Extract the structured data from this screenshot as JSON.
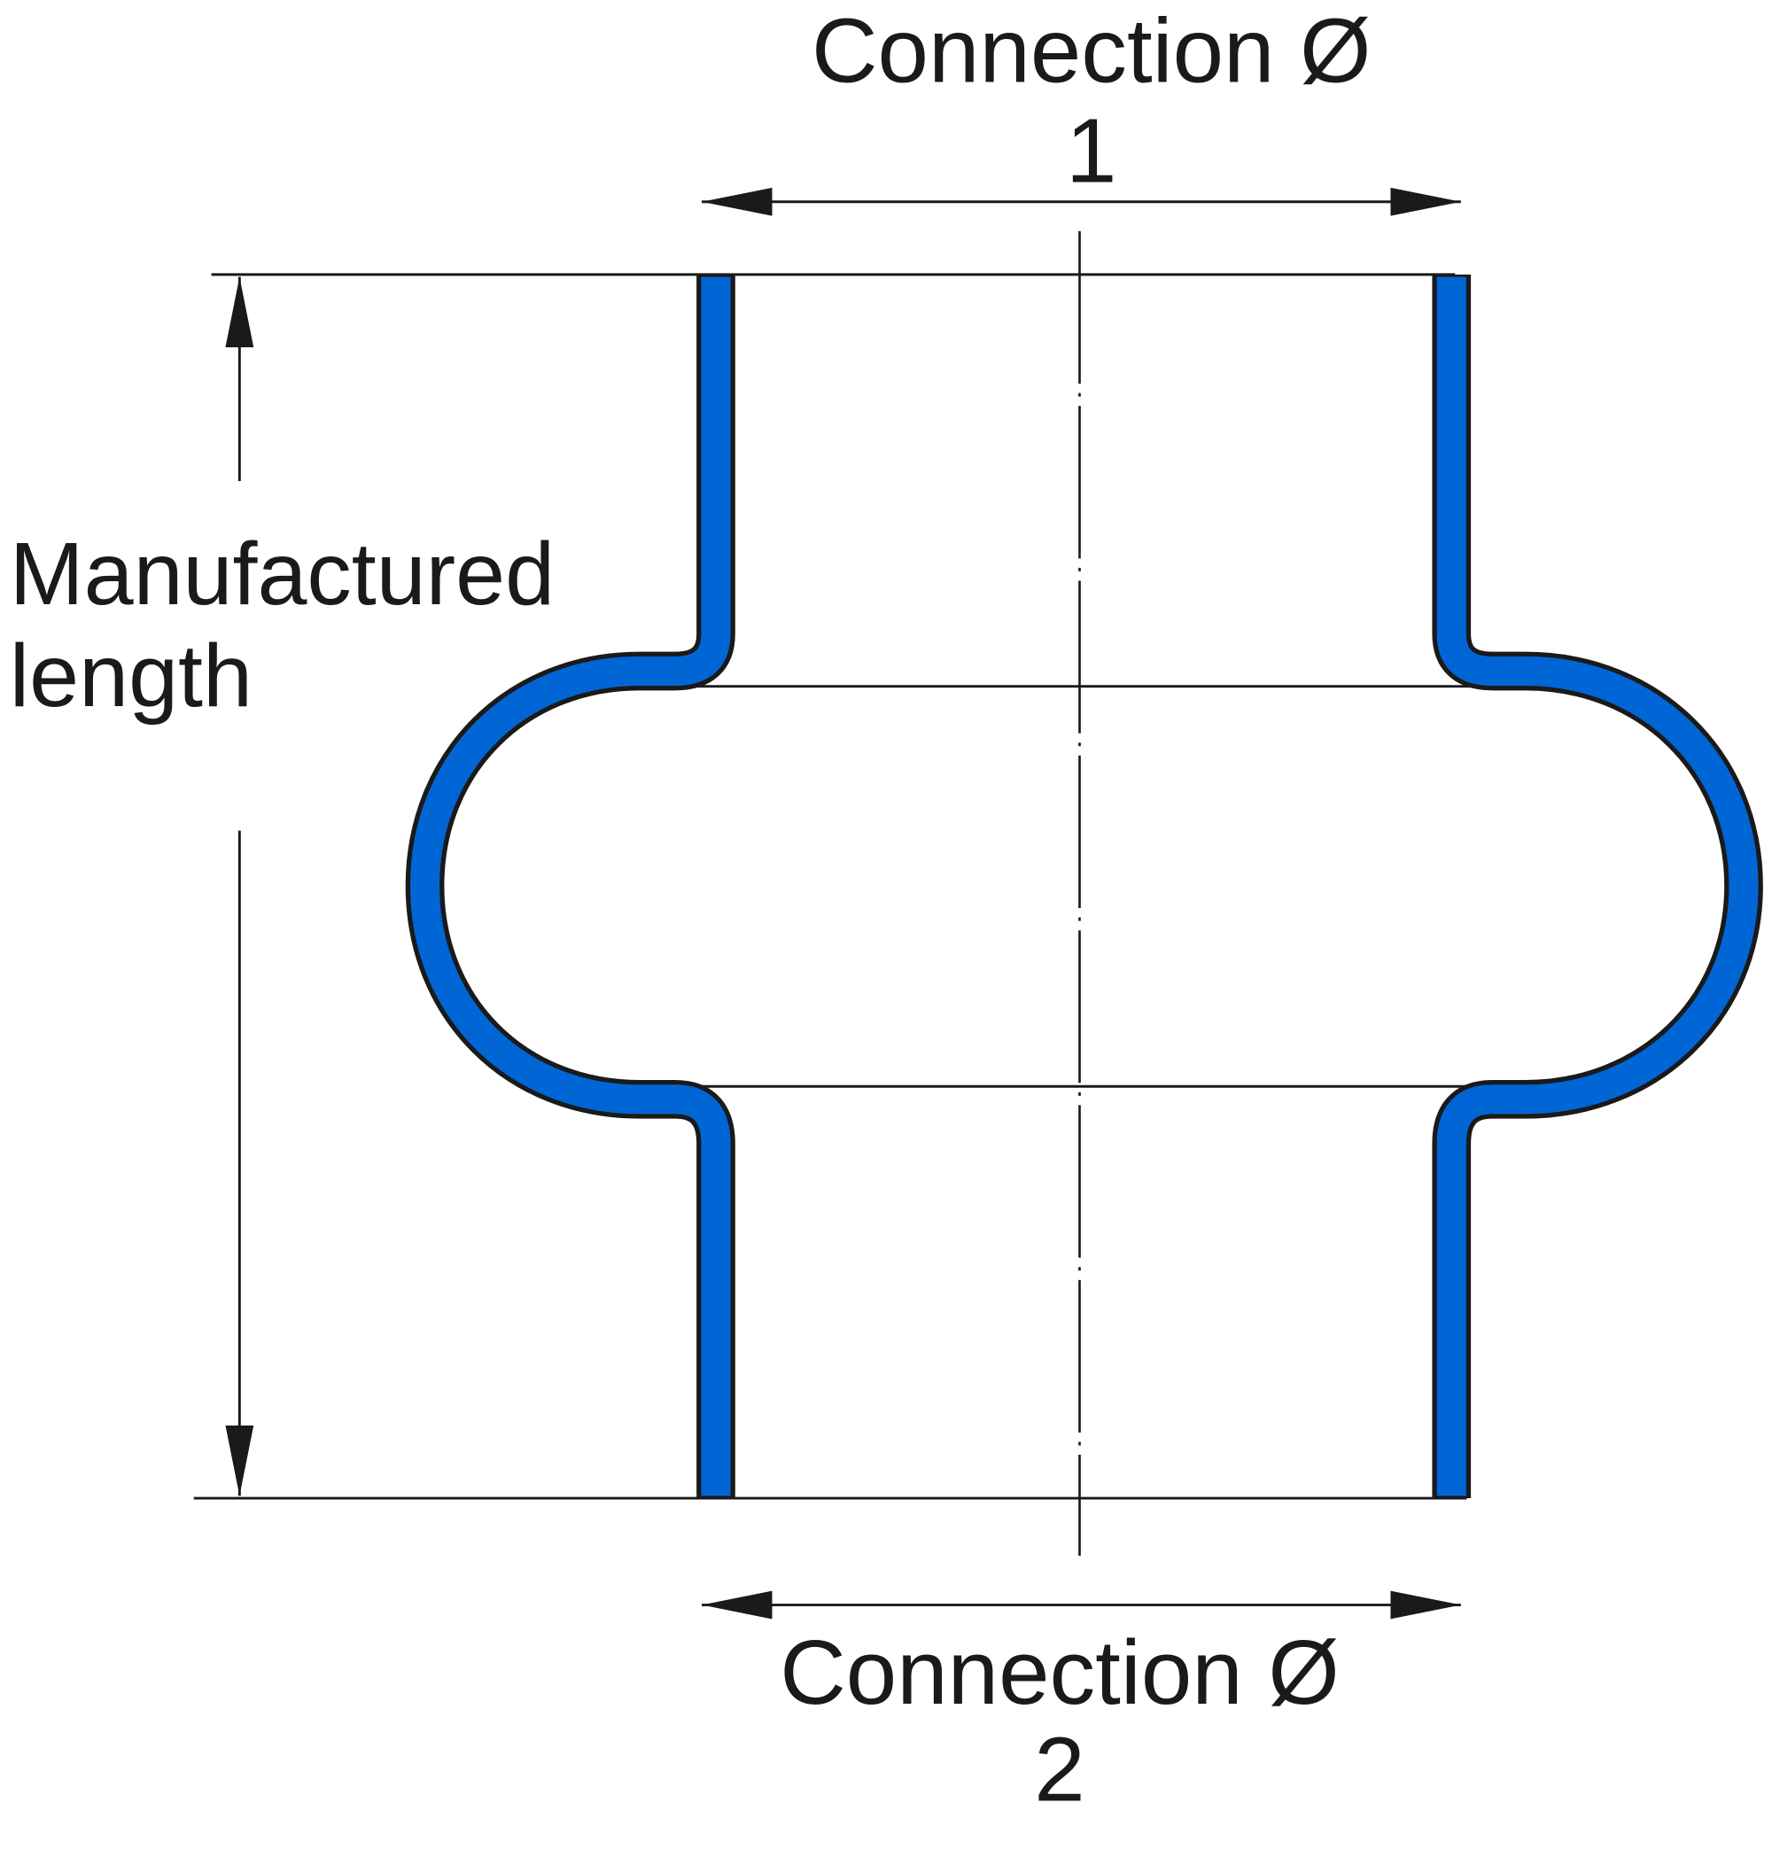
{
  "labels": {
    "connection_top": "Connection Ø",
    "connection_top_number": "1",
    "connection_bottom": "Connection Ø",
    "connection_bottom_number": "2",
    "length_line1": "Manufactured",
    "length_line2": "length"
  },
  "colors": {
    "hose_fill": "#0066d6",
    "outline": "#1a1a1a"
  }
}
